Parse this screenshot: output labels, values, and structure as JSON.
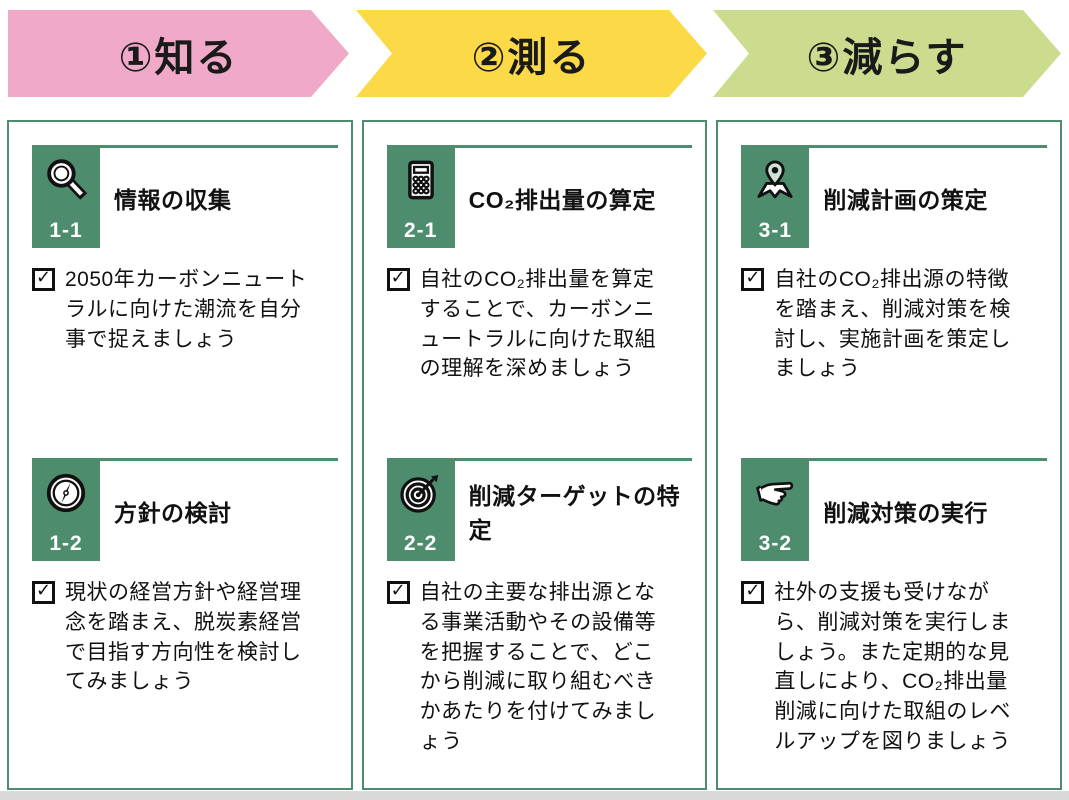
{
  "colors": {
    "accent_green": "#4E8C6E",
    "banner_pink": "#F0A9C8",
    "banner_yellow": "#FBD947",
    "banner_light_green": "#CBDC8E",
    "footer_gray": "#D9D9D9",
    "text": "#111111"
  },
  "icons": {
    "check": ""
  },
  "banners": [
    {
      "label": "①知る"
    },
    {
      "label": "②測る"
    },
    {
      "label": "③減らす"
    }
  ],
  "columns": [
    {
      "steps": [
        {
          "number": "1-1",
          "icon": "search-icon",
          "title": "情報の収集",
          "text": "2050年カーボンニュートラルに向けた潮流を自分事で捉えましょう"
        },
        {
          "number": "1-2",
          "icon": "compass-icon",
          "title": "方針の検討",
          "text": "現状の経営方針や経営理念を踏まえ、脱炭素経営で目指す方向性を検討してみましょう"
        }
      ]
    },
    {
      "steps": [
        {
          "number": "2-1",
          "icon": "calculator-icon",
          "title": "CO₂排出量の算定",
          "text": "自社のCO₂排出量を算定することで、カーボンニュートラルに向けた取組の理解を深めましょう"
        },
        {
          "number": "2-2",
          "icon": "target-icon",
          "title": "削減ターゲットの特定",
          "text": "自社の主要な排出源となる事業活動やその設備等を把握することで、どこから削減に取り組むべきかあたりを付けてみましょう"
        }
      ]
    },
    {
      "steps": [
        {
          "number": "3-1",
          "icon": "map-pin-icon",
          "title": "削減計画の策定",
          "text": "自社のCO₂排出源の特徴を踏まえ、削減対策を検討し、実施計画を策定しましょう"
        },
        {
          "number": "3-2",
          "icon": "pointing-hand-icon",
          "title": "削減対策の実行",
          "text": "社外の支援も受けながら、削減対策を実行しましょう。また定期的な見直しにより、CO₂排出量削減に向けた取組のレベルアップを図りましょう"
        }
      ]
    }
  ]
}
